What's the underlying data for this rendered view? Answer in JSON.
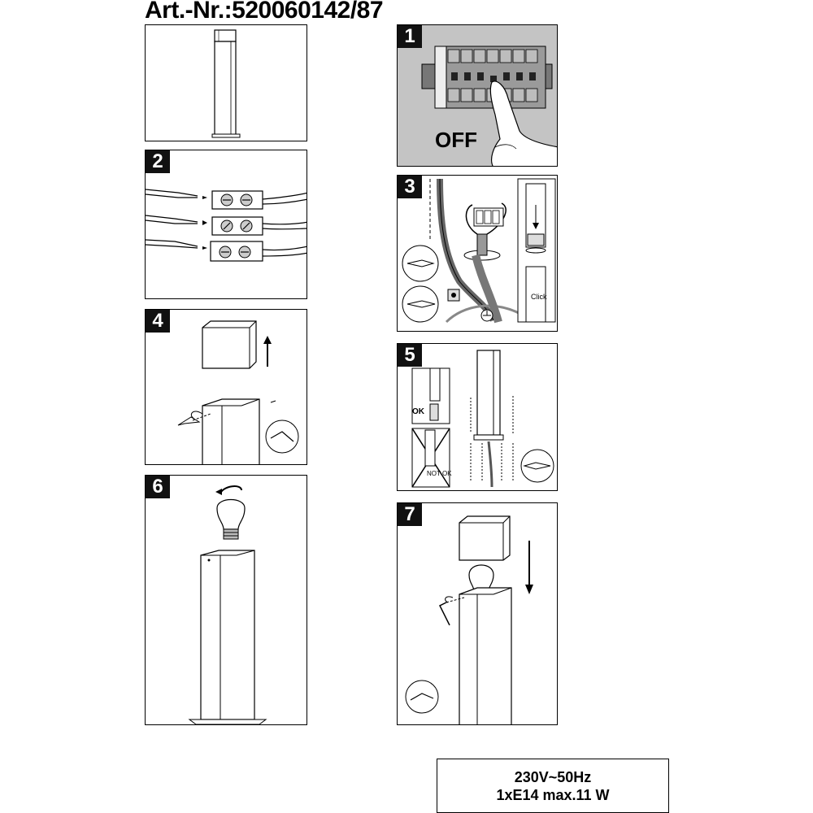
{
  "document": {
    "article_number": "Art.-Nr.:520060142/87"
  },
  "steps": {
    "s1": {
      "number": "1",
      "label": "OFF"
    },
    "s2": {
      "number": "2"
    },
    "s3": {
      "number": "3",
      "click_label": "Click"
    },
    "s4": {
      "number": "4"
    },
    "s5": {
      "number": "5",
      "ok_label": "OK",
      "not_ok_label": "NOT OK"
    },
    "s6": {
      "number": "6"
    },
    "s7": {
      "number": "7"
    }
  },
  "specs": {
    "line1": "230V~50Hz",
    "line2": "1xE14 max.11 W"
  }
}
